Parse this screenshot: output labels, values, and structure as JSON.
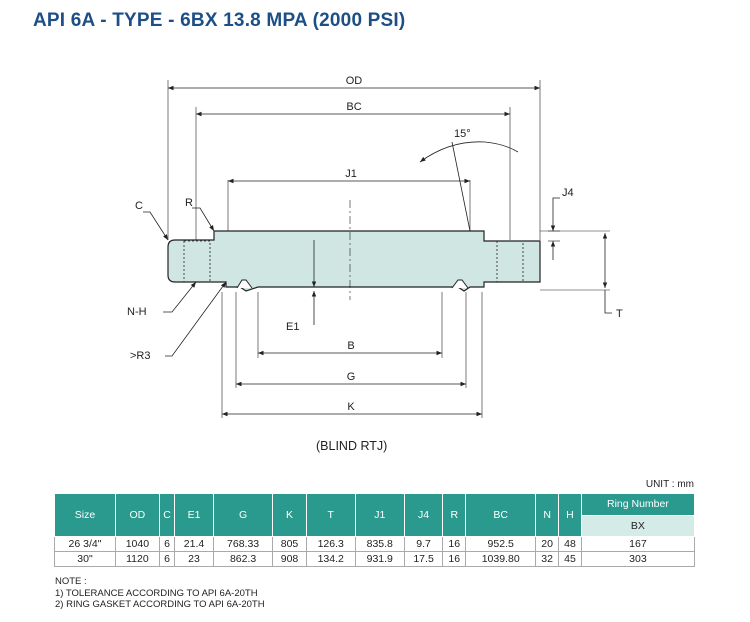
{
  "title": "API 6A - TYPE - 6BX 13.8 MPA (2000 PSI)",
  "drawing": {
    "caption": "(BLIND RTJ)",
    "labels": {
      "od": "OD",
      "bc": "BC",
      "j1": "J1",
      "angle": "15°",
      "j4": "J4",
      "c": "C",
      "r": "R",
      "nh": "N-H",
      "r3": ">R3",
      "e1": "E1",
      "b": "B",
      "g": "G",
      "k": "K",
      "t": "T"
    },
    "colors": {
      "body_fill": "#cfe6e2",
      "line": "#222222"
    }
  },
  "unit": "UNIT : mm",
  "table": {
    "headers": [
      "Size",
      "OD",
      "C",
      "E1",
      "G",
      "K",
      "T",
      "J1",
      "J4",
      "R",
      "BC",
      "N",
      "H"
    ],
    "ring_header": "Ring Number",
    "ring_sub": "BX",
    "rows": [
      [
        "26 3/4\"",
        "1040",
        "6",
        "21.4",
        "768.33",
        "805",
        "126.3",
        "835.8",
        "9.7",
        "16",
        "952.5",
        "20",
        "48",
        "167"
      ],
      [
        "30\"",
        "1120",
        "6",
        "23",
        "862.3",
        "908",
        "134.2",
        "931.9",
        "17.5",
        "16",
        "1039.80",
        "32",
        "45",
        "303"
      ]
    ],
    "header_color": "#2a9a8e"
  },
  "notes": {
    "heading": "NOTE :",
    "items": [
      "1) TOLERANCE ACCORDING TO API 6A-20TH",
      "2) RING GASKET ACCORDING TO API 6A-20TH"
    ]
  }
}
